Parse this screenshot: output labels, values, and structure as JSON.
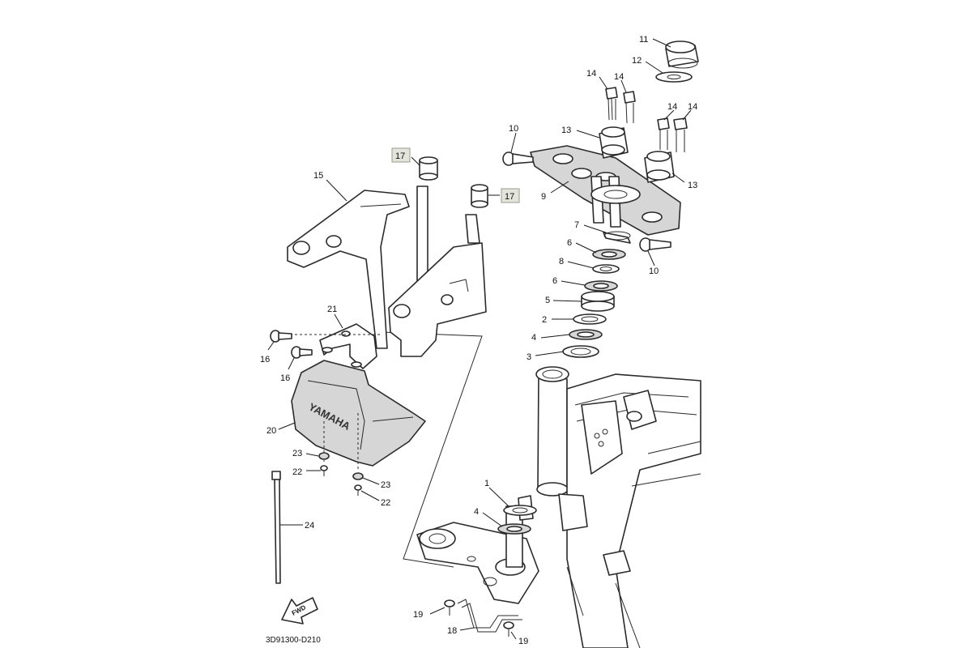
{
  "diagram": {
    "code": "3D91300-D210",
    "fwd_label": "FWD",
    "brand_mark": "YAMAHA",
    "callouts": [
      {
        "id": "c11a",
        "label": "11"
      },
      {
        "id": "c12a",
        "label": "12"
      },
      {
        "id": "c14a",
        "label": "14"
      },
      {
        "id": "c14b",
        "label": "14"
      },
      {
        "id": "c14c",
        "label": "14"
      },
      {
        "id": "c14d",
        "label": "14"
      },
      {
        "id": "c10a",
        "label": "10"
      },
      {
        "id": "c13a",
        "label": "13"
      },
      {
        "id": "c13b",
        "label": "13"
      },
      {
        "id": "c9a",
        "label": "9"
      },
      {
        "id": "c7a",
        "label": "7"
      },
      {
        "id": "c6a",
        "label": "6"
      },
      {
        "id": "c10b",
        "label": "10"
      },
      {
        "id": "c8a",
        "label": "8"
      },
      {
        "id": "c6b",
        "label": "6"
      },
      {
        "id": "c5a",
        "label": "5"
      },
      {
        "id": "c2a",
        "label": "2"
      },
      {
        "id": "c4a",
        "label": "4"
      },
      {
        "id": "c3a",
        "label": "3"
      },
      {
        "id": "c17a",
        "label": "17"
      },
      {
        "id": "c17b",
        "label": "17"
      },
      {
        "id": "c15a",
        "label": "15"
      },
      {
        "id": "c21a",
        "label": "21"
      },
      {
        "id": "c16a",
        "label": "16"
      },
      {
        "id": "c16b",
        "label": "16"
      },
      {
        "id": "c20a",
        "label": "20"
      },
      {
        "id": "c23a",
        "label": "23"
      },
      {
        "id": "c22a",
        "label": "22"
      },
      {
        "id": "c23b",
        "label": "23"
      },
      {
        "id": "c22b",
        "label": "22"
      },
      {
        "id": "c24a",
        "label": "24"
      },
      {
        "id": "c1a",
        "label": "1"
      },
      {
        "id": "c4b",
        "label": "4"
      },
      {
        "id": "c19a",
        "label": "19"
      },
      {
        "id": "c18a",
        "label": "18"
      },
      {
        "id": "c19b",
        "label": "19"
      }
    ]
  }
}
